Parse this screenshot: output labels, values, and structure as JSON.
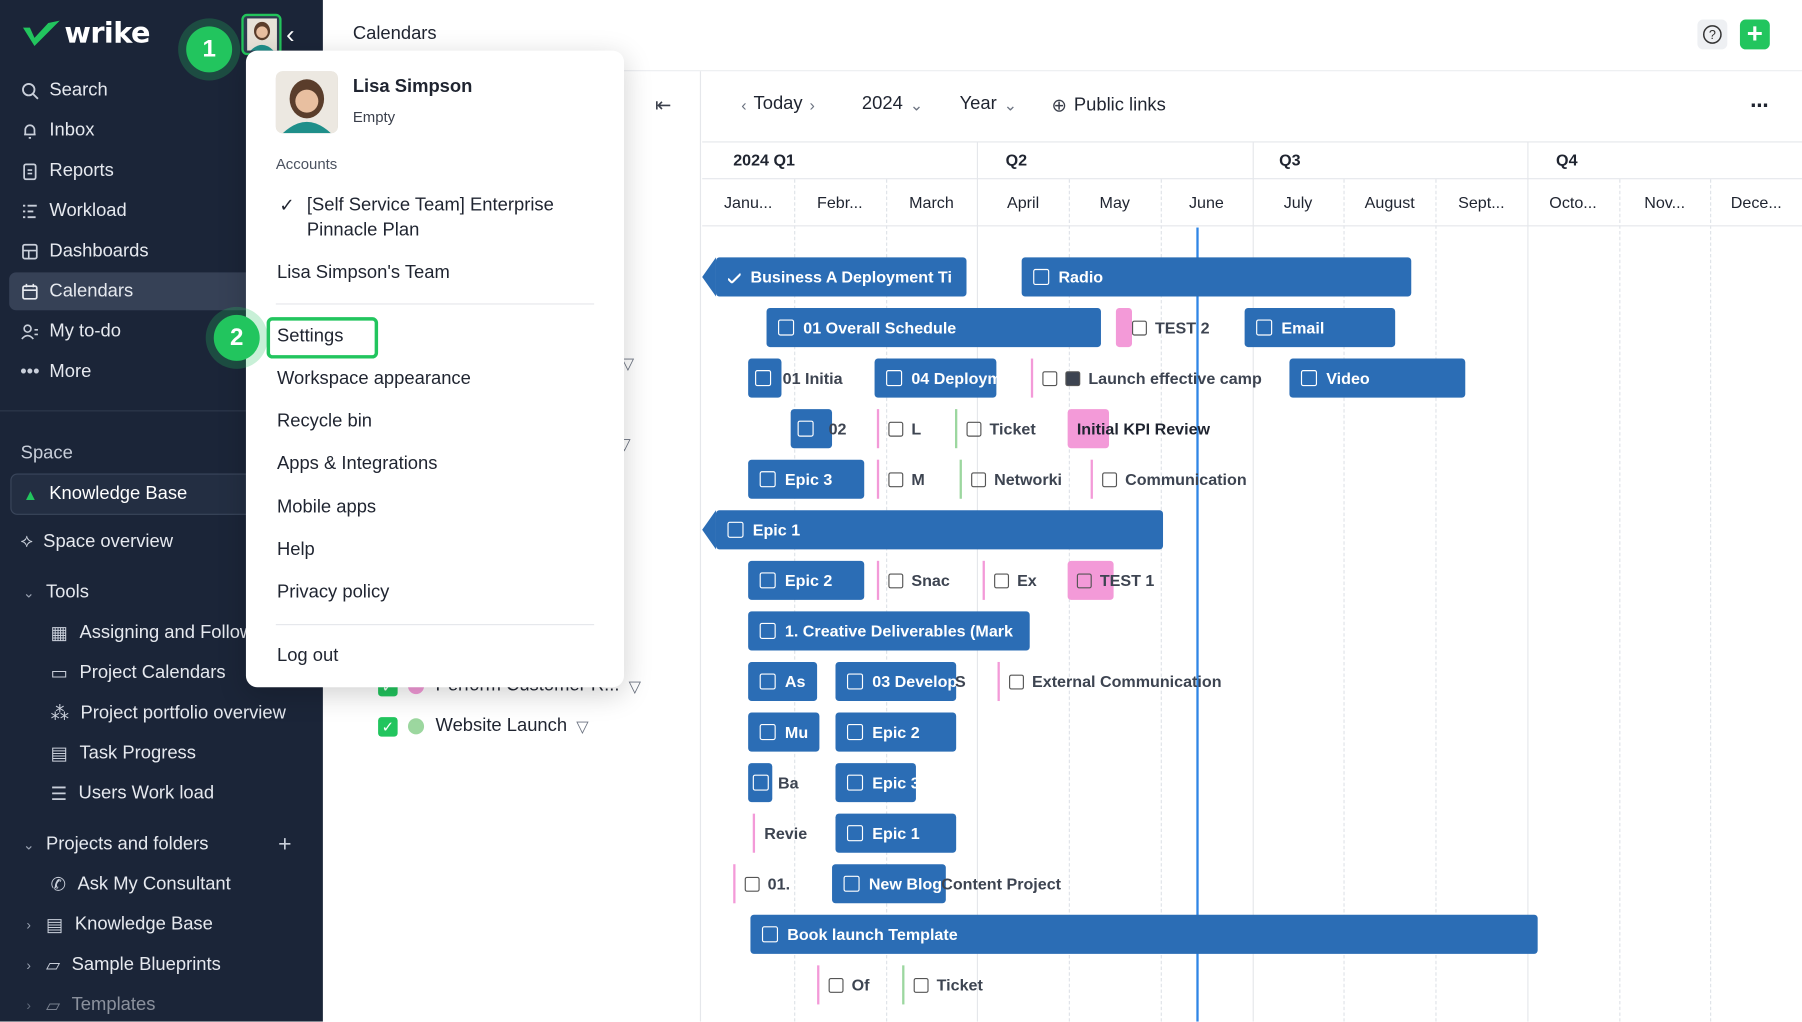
{
  "brand": {
    "name": "wrike",
    "accent": "#22c55e",
    "sidebar_bg": "#1b2538"
  },
  "sidebar": {
    "nav": [
      {
        "label": "Search",
        "icon": "search-icon"
      },
      {
        "label": "Inbox",
        "icon": "bell-icon"
      },
      {
        "label": "Reports",
        "icon": "clipboard-icon"
      },
      {
        "label": "Workload",
        "icon": "workload-icon"
      },
      {
        "label": "Dashboards",
        "icon": "dashboard-icon"
      },
      {
        "label": "Calendars",
        "icon": "calendar-icon",
        "active": true
      },
      {
        "label": "My to-do",
        "icon": "todo-icon"
      },
      {
        "label": "More",
        "icon": "more-dots-icon"
      }
    ],
    "space_label": "Space",
    "space_selected": "Knowledge Base",
    "space_overview": "Space overview",
    "tools_label": "Tools",
    "tools": [
      "Assigning and Follow",
      "Project Calendars",
      "Project portfolio overview",
      "Task Progress",
      "Users Work load"
    ],
    "projects_label": "Projects and folders",
    "projects": [
      "Ask My Consultant",
      "Knowledge Base",
      "Sample Blueprints",
      "Templates"
    ]
  },
  "header": {
    "title": "Calendars"
  },
  "filters": [
    {
      "label": "Perform Customer R...",
      "color": "#f39ad8"
    },
    {
      "label": "Website Launch",
      "color": "#9cd79f"
    }
  ],
  "toolbar": {
    "today": "Today",
    "year": "2024",
    "scale": "Year",
    "public_links": "Public links"
  },
  "timeline": {
    "quarters": [
      "2024 Q1",
      "Q2",
      "Q3",
      "Q4"
    ],
    "months": [
      "Janu...",
      "Febr...",
      "March",
      "April",
      "May",
      "June",
      "July",
      "August",
      "Sept...",
      "Octo...",
      "Nov...",
      "Dece..."
    ]
  },
  "items": {
    "b1": "Business A Deployment Ti",
    "b2": "Radio",
    "b3": "01 Overall Schedule",
    "b4": "TEST 2",
    "b5": "Email",
    "b6": "01 Initia",
    "b7": "04 Deploym",
    "b8": "Launch effective camp",
    "b9": "Video",
    "b10": "02",
    "b11": "L",
    "b12": "Ticket",
    "b13": "Initial KPI Review",
    "b14": "Epic 3",
    "b15": "M",
    "b16": "Networki",
    "b17": "Communication",
    "b18": "Epic 1",
    "b19": "Epic 2",
    "b20": "Snac",
    "b21": "Ex",
    "b22": "TEST 1",
    "b23": "1. Creative Deliverables (Mark",
    "b24": "As",
    "b25": "03 Develop",
    "b25b": "S",
    "b26": "External Communication",
    "b27": "Mu",
    "b28": "Epic 2",
    "b29": "Ba",
    "b30": "Epic 3",
    "b31": "Revie",
    "b32": "Epic 1",
    "b33": "01.",
    "b34": "New Blog",
    "b34b": "Content Project",
    "b35": "Book launch Template",
    "b36": "Of",
    "b37": "Ticket"
  },
  "dropdown": {
    "user_name": "Lisa Simpson",
    "status": "Empty",
    "accounts_label": "Accounts",
    "account": "[Self Service Team] Enterprise Pinnacle Plan",
    "team": "Lisa Simpson's Team",
    "menu": [
      "Settings",
      "Workspace appearance",
      "Recycle bin",
      "Apps & Integrations",
      "Mobile apps",
      "Help",
      "Privacy policy"
    ],
    "logout": "Log out"
  },
  "steps": [
    "1",
    "2"
  ]
}
